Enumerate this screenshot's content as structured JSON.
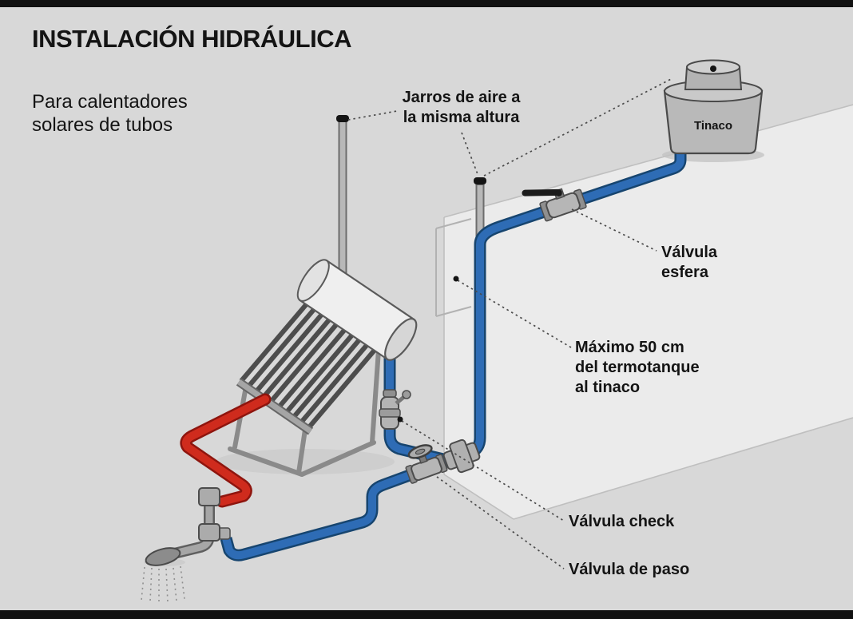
{
  "header": {
    "title": "INSTALACIÓN HIDRÁULICA",
    "subtitle": "Para calentadores\nsolares de tubos"
  },
  "annotations": {
    "air_jars": "Jarros de aire a\nla misma altura",
    "tinaco": "Tinaco",
    "ball_valve": "Válvula\nesfera",
    "max_distance": "Máximo 50 cm\ndel termotanque\nal tinaco",
    "check_valve": "Válvula check",
    "shutoff_valve": "Válvula de paso"
  },
  "legend_colors": {
    "cold_water_pipe": "#2e6cb5",
    "hot_water_pipe": "#cf2b1d",
    "galvanized_pipe": "#a6a6a6",
    "background": "#d8d8d8",
    "wall_face": "#ebebeb",
    "frame_bars": "#111111"
  }
}
